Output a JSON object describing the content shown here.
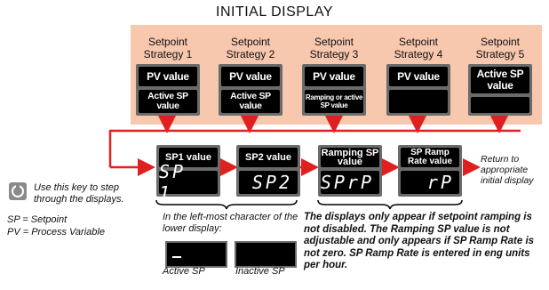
{
  "title": "INITIAL DISPLAY",
  "strategies": [
    {
      "label": "Setpoint Strategy 1",
      "upper": "PV value",
      "lower": "Active SP value"
    },
    {
      "label": "Setpoint Strategy 2",
      "upper": "PV value",
      "lower": "Active SP value"
    },
    {
      "label": "Setpoint Strategy 3",
      "upper": "PV value",
      "lower": "Ramping or active SP value"
    },
    {
      "label": "Setpoint Strategy 4",
      "upper": "PV value",
      "lower": ""
    },
    {
      "label": "Setpoint Strategy 5",
      "upper": "Active SP value",
      "lower": ""
    }
  ],
  "sequence": [
    {
      "upper": "SP1 value",
      "lower": "SP 1"
    },
    {
      "upper": "SP2 value",
      "lower": "SP2"
    },
    {
      "upper": "Ramping SP value",
      "lower": "SPrP"
    },
    {
      "upper": "SP Ramp Rate value",
      "lower": "rP"
    }
  ],
  "return_text": "Return to appropriate initial display",
  "key_text": "Use this key to step through the displays.",
  "legend": {
    "sp": "SP = Setpoint",
    "pv": "PV = Process Variable"
  },
  "leftmost_text": "In the left-most character of the lower display:",
  "active_label": "Active SP",
  "inactive_label": "Inactive SP",
  "note": "The displays only appear if setpoint ramping is not disabled. The Ramping SP value is not adjustable and only appears if SP Ramp Rate is not zero. SP Ramp Rate is entered in eng units per hour.",
  "colors": {
    "panel": "#f7c7ae",
    "arrow": "#e02020",
    "frame": "#6b6b6b"
  }
}
